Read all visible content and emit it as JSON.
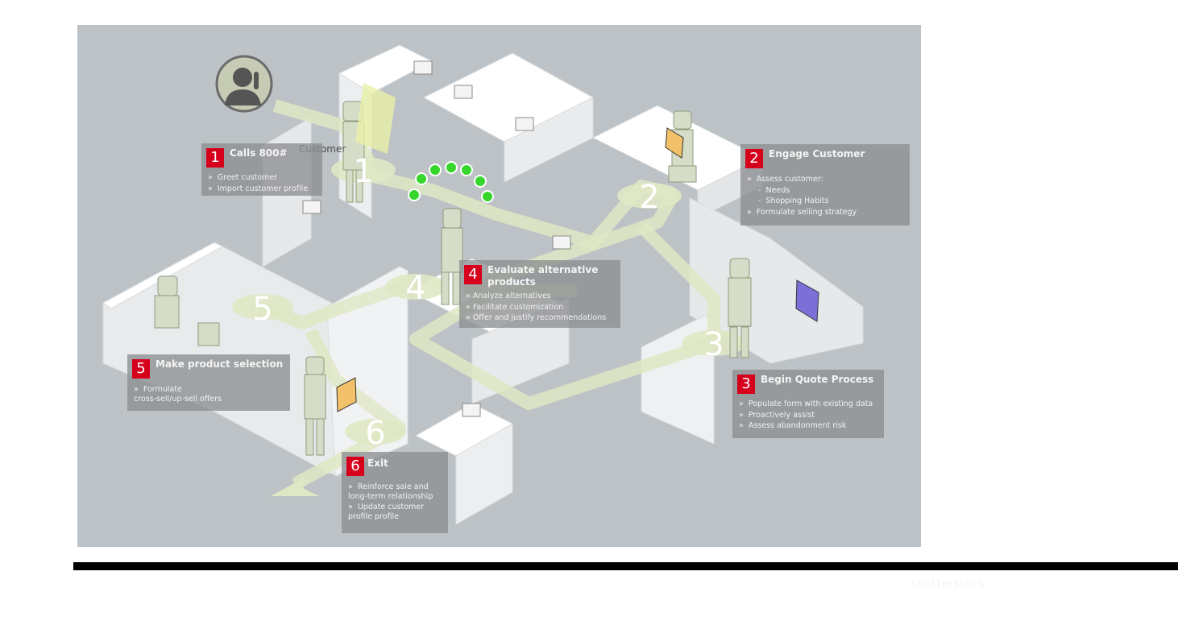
{
  "customer": {
    "label": "Customer"
  },
  "path_numbers": [
    "1",
    "2",
    "3",
    "4",
    "5",
    "6"
  ],
  "steps": [
    {
      "num": "1",
      "title": "Calls 800#",
      "bullets": [
        "»  Greet customer",
        "»  Import customer profile"
      ]
    },
    {
      "num": "2",
      "title": "Engage Customer",
      "bullets": [
        "»  Assess customer:"
      ],
      "subs": [
        "-  Needs",
        "-  Shopping Habits"
      ],
      "bullets_after": [
        "»  Formulate selling strategy"
      ]
    },
    {
      "num": "3",
      "title": "Begin Quote Process",
      "bullets": [
        "»  Populate form with existing data",
        "»  Proactively assist",
        "»  Assess abandonment risk"
      ]
    },
    {
      "num": "4",
      "title": "Evaluate alternative",
      "title2": "products",
      "bullets": [
        "» Analyze alternatives",
        "» Facilitate customization",
        "» Offer and justify recommendations"
      ]
    },
    {
      "num": "5",
      "title": "Make product selection",
      "bullets": [
        "»  Formulate",
        "cross-sell/up-sell offers"
      ]
    },
    {
      "num": "6",
      "title": "Exit",
      "bullets": [
        "»  Reinforce sale and",
        "long-term relationship",
        "»  Update customer",
        "profile profile"
      ]
    }
  ],
  "colors": {
    "badge": "#d6001c",
    "path": "#dfe8c4",
    "wall": "#ffffff",
    "floor": "#bcc2c5"
  },
  "watermark": "shutterstock"
}
